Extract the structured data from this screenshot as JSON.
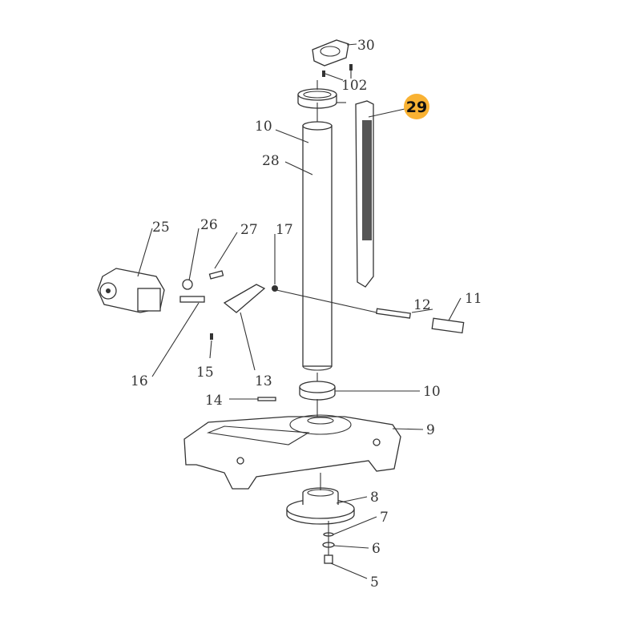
{
  "diagram": {
    "labels": {
      "p30": "30",
      "p102": "102",
      "p29": "29",
      "p10a": "10",
      "p28": "28",
      "p25": "25",
      "p26": "26",
      "p27": "27",
      "p17": "17",
      "p12": "12",
      "p11": "11",
      "p16": "16",
      "p15": "15",
      "p13": "13",
      "p14": "14",
      "p10b": "10",
      "p9": "9",
      "p8": "8",
      "p7": "7",
      "p6": "6",
      "p5": "5"
    },
    "highlight": {
      "label": "29",
      "color": "#F9B233"
    }
  }
}
